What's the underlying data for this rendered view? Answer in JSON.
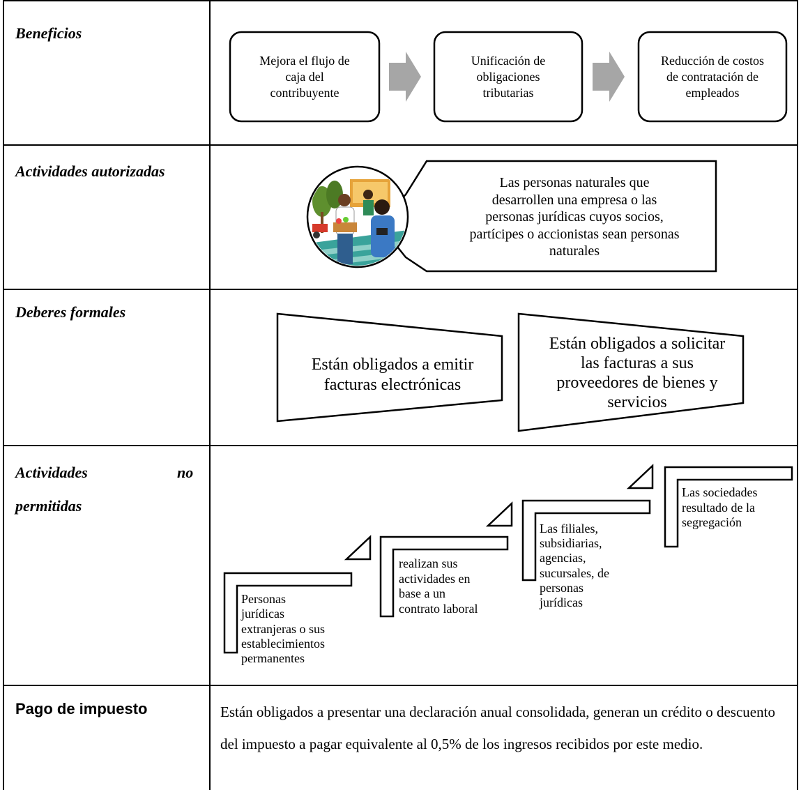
{
  "rows": {
    "beneficios": {
      "label": "Beneficios",
      "boxes": [
        [
          "Mejora el flujo de",
          "caja del",
          "contribuyente"
        ],
        [
          "Unificación de",
          "obligaciones",
          "tributarias"
        ],
        [
          "Reducción de costos",
          "de contratación de",
          "empleados"
        ]
      ]
    },
    "actividades_autorizadas": {
      "label": "Actividades autorizadas",
      "callout": [
        "Las personas naturales que",
        "desarrollen una empresa o las",
        "personas jurídicas cuyos socios,",
        "partícipes o accionistas sean personas",
        "naturales"
      ]
    },
    "deberes_formales": {
      "label": "Deberes formales",
      "shape1": [
        "Están obligados a emitir",
        "facturas electrónicas"
      ],
      "shape2": [
        "Están obligados a solicitar",
        "las facturas a sus",
        "proveedores de bienes y",
        "servicios"
      ]
    },
    "actividades_no_permitidas": {
      "label_part1": "Actividades",
      "label_part2": "no",
      "label_part3": "permitidas",
      "steps": [
        [
          "Personas",
          "jurídicas",
          "extranjeras o sus",
          "establecimientos",
          "permanentes"
        ],
        [
          "realizan sus",
          "actividades en",
          "base a un",
          "contrato laboral"
        ],
        [
          "Las filiales,",
          "subsidiarias,",
          "agencias,",
          "sucursales, de",
          "personas",
          "jurídicas"
        ],
        [
          "Las sociedades",
          "resultado de la",
          "segregación"
        ]
      ]
    },
    "pago_impuesto": {
      "label": "Pago de impuesto",
      "text": "Están obligados a presentar una declaración anual consolidada, generan un crédito o descuento del impuesto a pagar equivalente al 0,5% de los ingresos recibidos por este medio."
    }
  },
  "colors": {
    "arrow": "#a6a6a6",
    "line": "#000000"
  },
  "icons": {
    "activities_illustration": "people-market-illustration"
  }
}
